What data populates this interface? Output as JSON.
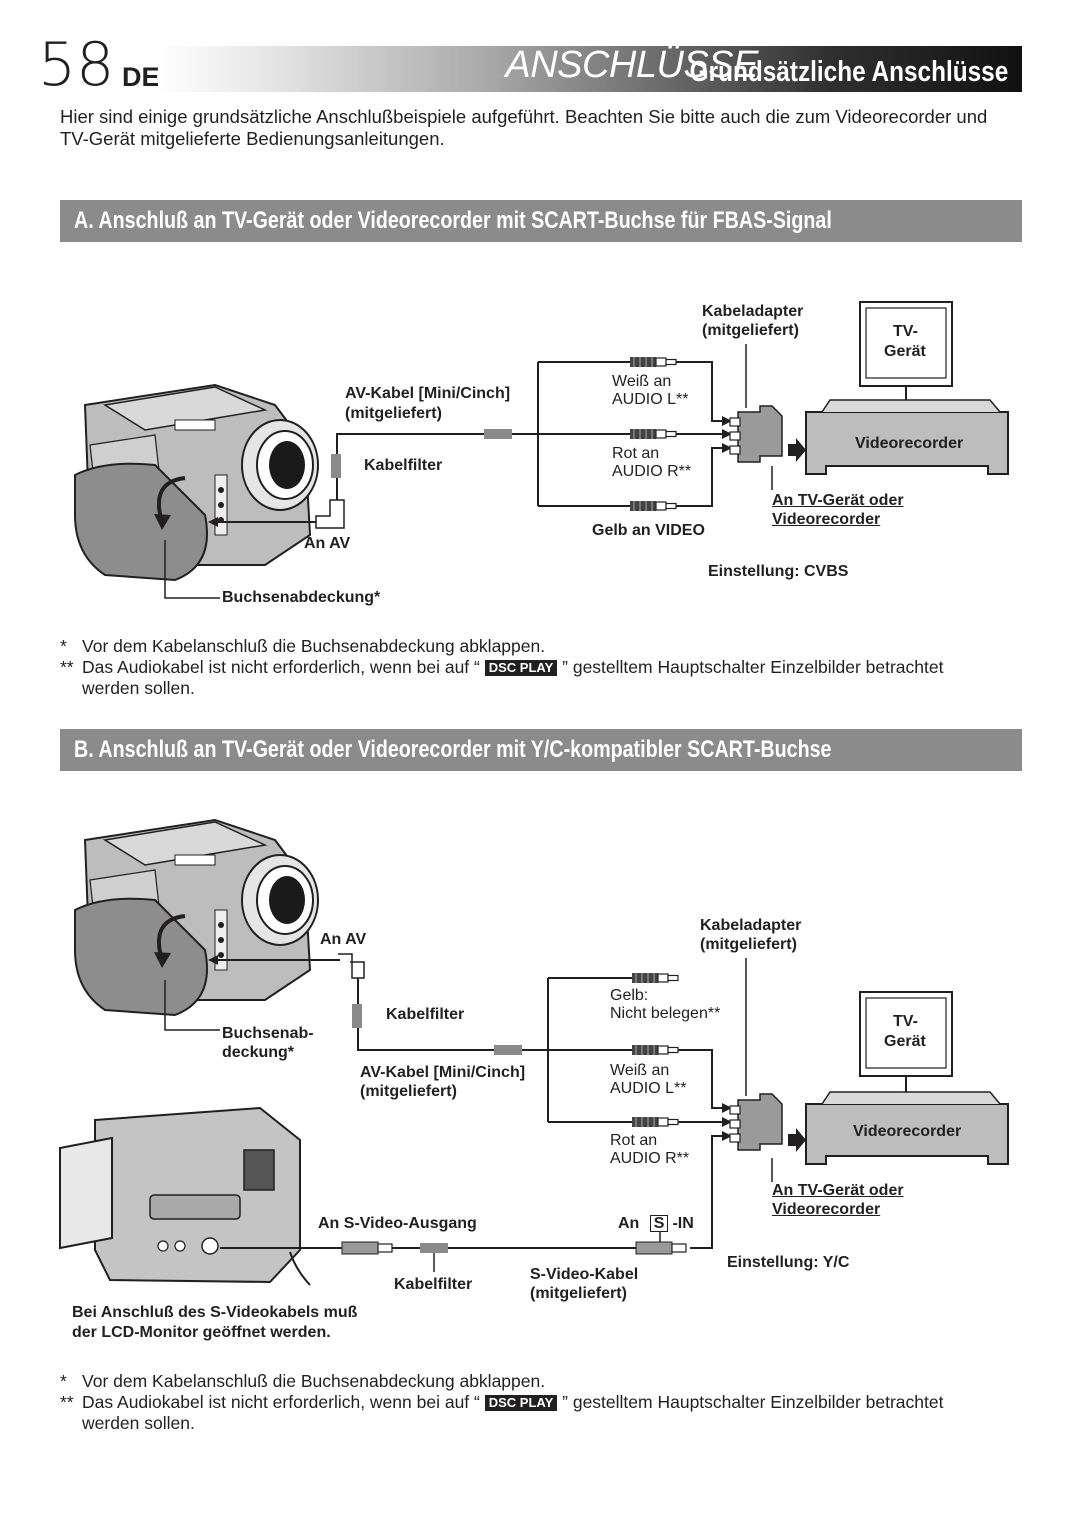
{
  "header": {
    "page_number": "58",
    "language": "DE",
    "title": "ANSCHLÜSSE",
    "subtitle": "Grundsätzliche Anschlüsse"
  },
  "intro": "Hier sind einige grundsätzliche Anschlußbeispiele aufgeführt. Beachten Sie bitte auch die zum Videorecorder und TV-Gerät mitgelieferte Bedienungsanleitungen.",
  "section_a": {
    "heading": "A. Anschluß an TV-Gerät oder Videorecorder mit SCART-Buchse für FBAS-Signal",
    "labels": {
      "kabeladapter": "Kabeladapter",
      "kabeladapter_sub": "(mitgeliefert)",
      "tv_line1": "TV-",
      "tv_line2": "Gerät",
      "av_cable": "AV-Kabel [Mini/Cinch]",
      "av_cable_sub": "(mitgeliefert)",
      "weiss_an": "Weiß an",
      "audio_l": "AUDIO L**",
      "videorecorder": "Videorecorder",
      "kabelfilter": "Kabelfilter",
      "rot_an": "Rot an",
      "audio_r": "AUDIO R**",
      "an_tv_line1": "An TV-Gerät oder",
      "an_tv_line2": "Videorecorder",
      "gelb_an_video": "Gelb an VIDEO",
      "an_av": "An AV",
      "einstellung": "Einstellung: CVBS",
      "buchsenabdeckung": "Buchsenabdeckung*"
    },
    "notes": {
      "note1_star": "*",
      "note1": "Vor dem Kabelanschluß die Buchsenabdeckung abklappen.",
      "note2_star": "**",
      "note2_pre": "Das Audiokabel ist nicht erforderlich, wenn bei auf “",
      "note2_badge": "DSC PLAY",
      "note2_post": "” gestelltem Hauptschalter Einzelbilder betrachtet",
      "note2_line2": "werden sollen."
    }
  },
  "section_b": {
    "heading": "B. Anschluß an TV-Gerät oder Videorecorder mit Y/C-kompatibler SCART-Buchse",
    "labels": {
      "an_av": "An AV",
      "kabeladapter": "Kabeladapter",
      "kabeladapter_sub": "(mitgeliefert)",
      "gelb": "Gelb:",
      "nicht_belegen": "Nicht belegen**",
      "kabelfilter": "Kabelfilter",
      "tv_line1": "TV-",
      "tv_line2": "Gerät",
      "buchsenab_line1": "Buchsenab-",
      "buchsenab_line2": "deckung*",
      "av_cable": "AV-Kabel [Mini/Cinch]",
      "av_cable_sub": "(mitgeliefert)",
      "weiss_an": "Weiß an",
      "audio_l": "AUDIO L**",
      "videorecorder": "Videorecorder",
      "rot_an": "Rot an",
      "audio_r": "AUDIO R**",
      "an_tv_line1": "An TV-Gerät oder",
      "an_tv_line2": "Videorecorder",
      "an_s_video": "An S-Video-Ausgang",
      "an_prefix": "An",
      "s_symbol": "S",
      "in_suffix": "-IN",
      "einstellung": "Einstellung: Y/C",
      "kabelfilter2": "Kabelfilter",
      "s_video_kabel": "S-Video-Kabel",
      "s_video_kabel_sub": "(mitgeliefert)",
      "lcd_note_line1": "Bei Anschluß des S-Videokabels muß",
      "lcd_note_line2": "der LCD-Monitor geöffnet werden."
    },
    "notes": {
      "note1_star": "*",
      "note1": "Vor dem Kabelanschluß die Buchsenabdeckung abklappen.",
      "note2_star": "**",
      "note2_pre": "Das Audiokabel ist nicht erforderlich, wenn bei auf “",
      "note2_badge": "DSC PLAY",
      "note2_post": "” gestelltem Hauptschalter Einzelbilder betrachtet",
      "note2_line2": "werden sollen."
    }
  }
}
